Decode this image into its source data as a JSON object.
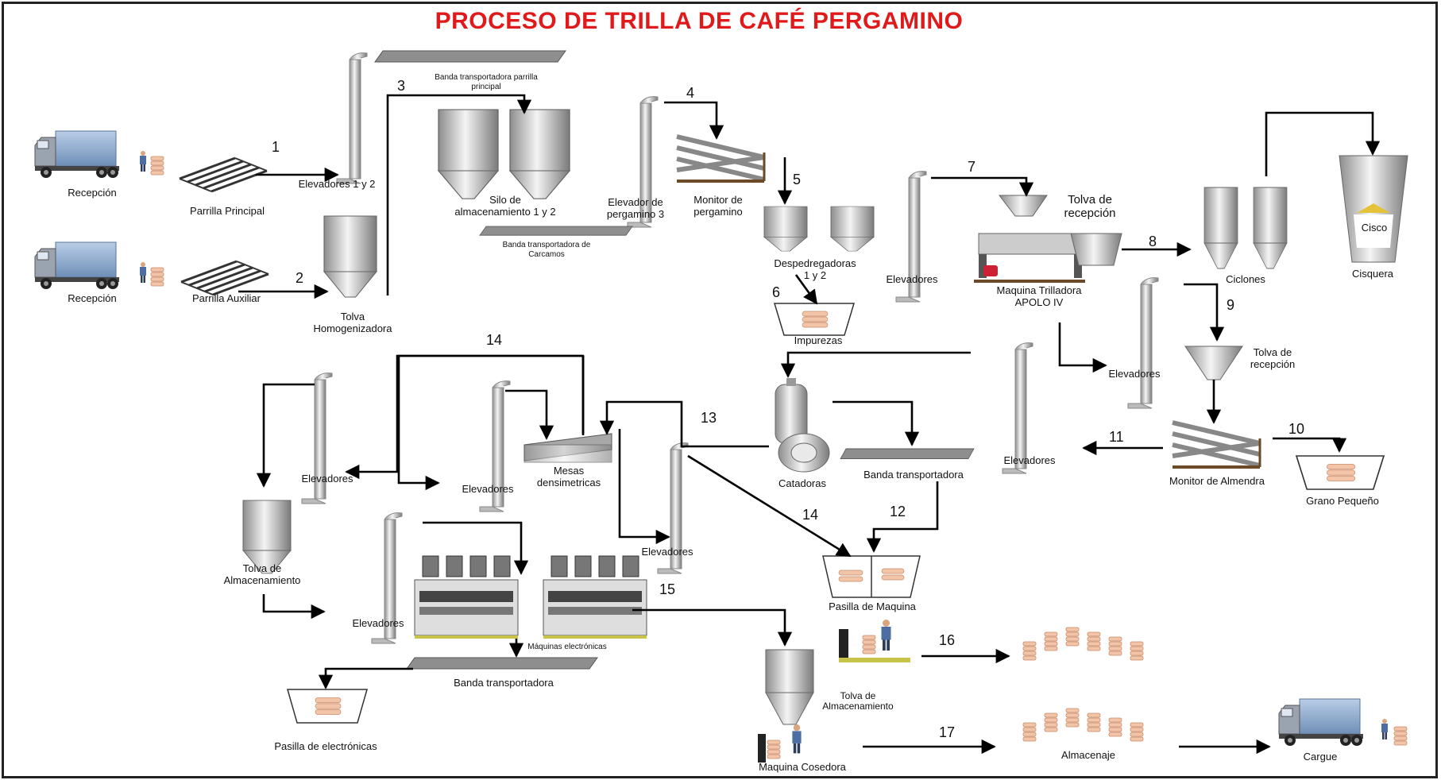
{
  "title": "PROCESO DE TRILLA DE CAFÉ PERGAMINO",
  "labels": {
    "recepcion_1": "Recepción",
    "recepcion_2": "Recepción",
    "parrilla_principal": "Parrilla Principal",
    "parrilla_auxiliar": "Parrilla Auxiliar",
    "elevadores_1_2": "Elevadores 1 y 2",
    "banda_parrilla_1": "Banda transportadora parrilla",
    "banda_parrilla_2": "principal",
    "silo_1": "Silo de",
    "silo_2": "almacenamiento 1 y 2",
    "banda_carcamos_1": "Banda transportadora de",
    "banda_carcamos_2": "Carcamos",
    "tolva_homog_1": "Tolva",
    "tolva_homog_2": "Homogenizadora",
    "elevador_perg_1": "Elevador de",
    "elevador_perg_2": "pergamino 3",
    "monitor_perg_1": "Monitor de",
    "monitor_perg_2": "pergamino",
    "despedregadoras_1": "Despedregadoras",
    "despedregadoras_2": "1 y 2",
    "impurezas": "Impurezas",
    "elevadores_a": "Elevadores",
    "maquina_trilladora_1": "Maquina Trilladora",
    "maquina_trilladora_2": "APOLO IV",
    "tolva_recepcion_top_1": "Tolva de",
    "tolva_recepcion_top_2": "recepción",
    "ciclones": "Ciclones",
    "cisco": "Cisco",
    "cisquera": "Cisquera",
    "elevadores_b": "Elevadores",
    "tolva_recepcion_b_1": "Tolva de",
    "tolva_recepcion_b_2": "recepción",
    "monitor_almendra": "Monitor de Almendra",
    "grano_pequeno": "Grano Pequeño",
    "elevadores_c": "Elevadores",
    "catadoras": "Catadoras",
    "banda_transportadora_mid": "Banda transportadora",
    "mesas_1": "Mesas",
    "mesas_2": "densimetricas",
    "elevadores_d": "Elevadores",
    "elevadores_e": "Elevadores",
    "elevadores_f": "Elevadores",
    "tolva_alm_left_1": "Tolva de",
    "tolva_alm_left_2": "Almacenamiento",
    "elevadores_g": "Elevadores",
    "maquinas_electronicas": "Máquinas electrónicas",
    "banda_transportadora_low": "Banda transportadora",
    "pasilla_electronicas": "Pasilla de electrónicas",
    "pasilla_maquina": "Pasilla de Maquina",
    "tolva_alm_right_1": "Tolva de",
    "tolva_alm_right_2": "Almacenamiento",
    "maquina_cosedora": "Maquina Cosedora",
    "almacenaje": "Almacenaje",
    "cargue": "Cargue"
  },
  "steps": [
    "1",
    "2",
    "3",
    "4",
    "5",
    "6",
    "7",
    "8",
    "9",
    "10",
    "11",
    "12",
    "13",
    "14",
    "14",
    "15",
    "16",
    "17"
  ],
  "colors": {
    "title": "#e01a1a",
    "truck_body": "#8aa8cc",
    "sack": "#f2c4a8",
    "steel": "#c8c8c8"
  }
}
